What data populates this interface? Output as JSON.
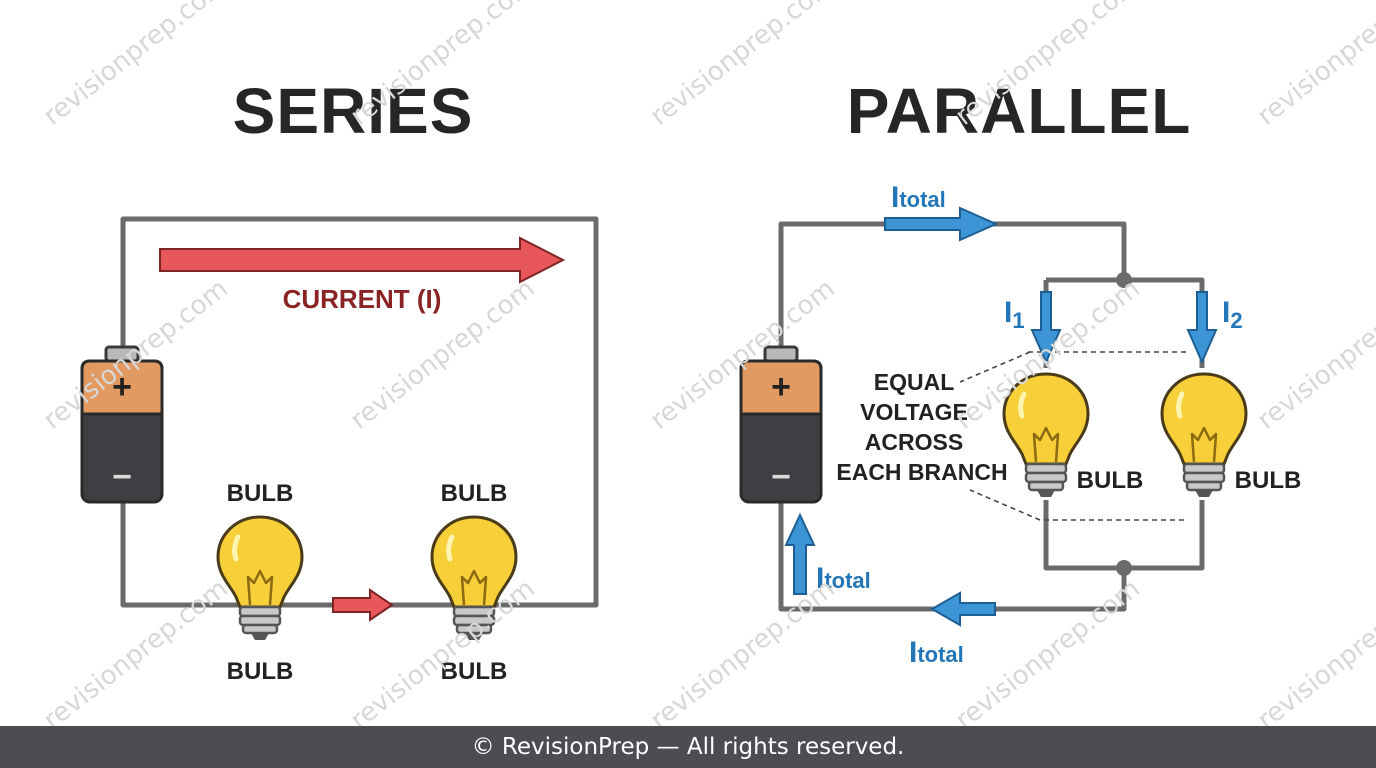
{
  "series": {
    "title": "SERIES",
    "current_label": "CURRENT (I)",
    "bulb_labels": [
      "BULB",
      "BULB",
      "BULB",
      "BULB"
    ],
    "battery_plus": "+",
    "battery_minus": "−"
  },
  "parallel": {
    "title": "PARALLEL",
    "i_symbol": "I",
    "total_sub": "total",
    "i1_sub": "1",
    "i2_sub": "2",
    "equal_voltage_lines": [
      "EQUAL",
      "VOLTAGE",
      "ACROSS",
      "EACH BRANCH"
    ],
    "bulb_labels": [
      "BULB",
      "BULB"
    ],
    "battery_plus": "+",
    "battery_minus": "−"
  },
  "watermark_text": "revisionprep.com",
  "footer_text": "© RevisionPrep — All rights reserved.",
  "colors": {
    "wire": "#6b6b6b",
    "current_arrow": "#e8585a",
    "blue_arrow": "#3d95d6",
    "bulb": "#f7cf38",
    "battery_top": "#e39a62",
    "battery_body": "#3d3f42",
    "footer_bg": "#4b4d52"
  }
}
